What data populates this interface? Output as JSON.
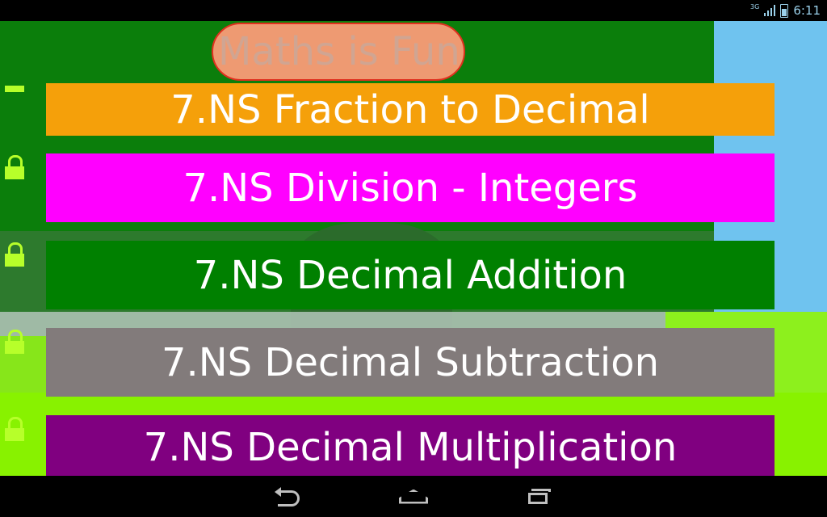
{
  "status": {
    "network": "3G",
    "time": "6:11"
  },
  "app": {
    "title": "Maths is Fun",
    "lessons": [
      {
        "label": "7.NS Fraction to Decimal",
        "color": "#f5a00a"
      },
      {
        "label": "7.NS Division - Integers",
        "color": "#ff00ff"
      },
      {
        "label": "7.NS Decimal Addition",
        "color": "#008000"
      },
      {
        "label": "7.NS Decimal Subtraction",
        "color": "#827b7b"
      },
      {
        "label": "7.NS Decimal Multiplication",
        "color": "#800080"
      }
    ]
  },
  "nav": {
    "back_icon": "back-icon",
    "home_icon": "home-icon",
    "recent_icon": "recent-apps-icon"
  }
}
